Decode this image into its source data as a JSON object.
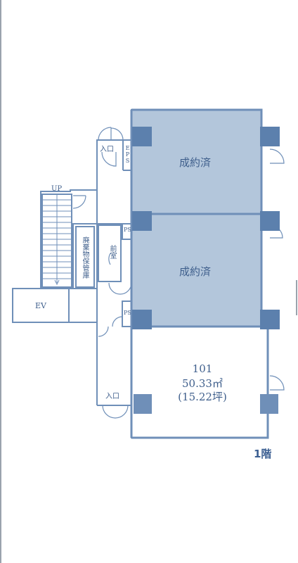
{
  "labels": {
    "unit_upper_status": "成約済",
    "unit_middle_status": "成約済",
    "unit_number": "101",
    "unit_area": "50.33㎡",
    "unit_tsubo": "(15.22坪)",
    "entrance_top": "入口",
    "entrance_bottom": "入口",
    "eps": "EPS",
    "stairs_up": "UP",
    "waste_storage": "廃棄物保管庫",
    "front_room": "前室",
    "ps_upper": "PS",
    "ps_lower": "PS",
    "elevator": "EV",
    "floor_label": "1階"
  },
  "colors": {
    "wall": "#6f8fb8",
    "leased_fill": "#b3c6db",
    "column": "#5c80ad",
    "text": "#3f5f8c"
  }
}
